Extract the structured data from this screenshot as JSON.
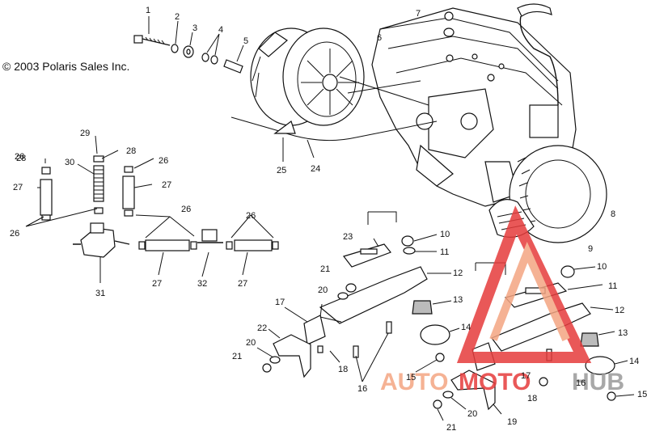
{
  "copyright": "© 2003 Polaris Sales Inc.",
  "watermark": {
    "text_left": "AUTO",
    "text_middle": "MOTO",
    "text_right": "HUB",
    "color_primary": "#f4a582",
    "color_secondary": "#e63c3c",
    "color_gray": "#999999"
  },
  "callouts": [
    {
      "id": "c1",
      "label": "1"
    },
    {
      "id": "c2",
      "label": "2"
    },
    {
      "id": "c3",
      "label": "3"
    },
    {
      "id": "c4",
      "label": "4"
    },
    {
      "id": "c5",
      "label": "5"
    },
    {
      "id": "c6",
      "label": "6"
    },
    {
      "id": "c7",
      "label": "7"
    },
    {
      "id": "c8",
      "label": "8"
    },
    {
      "id": "c9",
      "label": "9"
    },
    {
      "id": "c10a",
      "label": "10"
    },
    {
      "id": "c10b",
      "label": "10"
    },
    {
      "id": "c11a",
      "label": "11"
    },
    {
      "id": "c11b",
      "label": "11"
    },
    {
      "id": "c12a",
      "label": "12"
    },
    {
      "id": "c12b",
      "label": "12"
    },
    {
      "id": "c13a",
      "label": "13"
    },
    {
      "id": "c13b",
      "label": "13"
    },
    {
      "id": "c14a",
      "label": "14"
    },
    {
      "id": "c14b",
      "label": "14"
    },
    {
      "id": "c15a",
      "label": "15"
    },
    {
      "id": "c15b",
      "label": "15"
    },
    {
      "id": "c16a",
      "label": "16"
    },
    {
      "id": "c16b",
      "label": "16"
    },
    {
      "id": "c17a",
      "label": "17"
    },
    {
      "id": "c17b",
      "label": "17"
    },
    {
      "id": "c18a",
      "label": "18"
    },
    {
      "id": "c18b",
      "label": "18"
    },
    {
      "id": "c19",
      "label": "19"
    },
    {
      "id": "c20a",
      "label": "20"
    },
    {
      "id": "c20b",
      "label": "20"
    },
    {
      "id": "c20c",
      "label": "20"
    },
    {
      "id": "c21a",
      "label": "21"
    },
    {
      "id": "c21b",
      "label": "21"
    },
    {
      "id": "c21c",
      "label": "21"
    },
    {
      "id": "c22",
      "label": "22"
    },
    {
      "id": "c23",
      "label": "23"
    },
    {
      "id": "c24",
      "label": "24"
    },
    {
      "id": "c25",
      "label": "25"
    },
    {
      "id": "c26a",
      "label": "26"
    },
    {
      "id": "c26b",
      "label": "26"
    },
    {
      "id": "c26c",
      "label": "26"
    },
    {
      "id": "c26d",
      "label": "26"
    },
    {
      "id": "c26e",
      "label": "26"
    },
    {
      "id": "c27a",
      "label": "27"
    },
    {
      "id": "c27b",
      "label": "27"
    },
    {
      "id": "c27c",
      "label": "27"
    },
    {
      "id": "c27d",
      "label": "27"
    },
    {
      "id": "c28a",
      "label": "28"
    },
    {
      "id": "c28b",
      "label": "28"
    },
    {
      "id": "c29",
      "label": "29"
    },
    {
      "id": "c30",
      "label": "30"
    },
    {
      "id": "c31",
      "label": "31"
    },
    {
      "id": "c32",
      "label": "32"
    }
  ]
}
